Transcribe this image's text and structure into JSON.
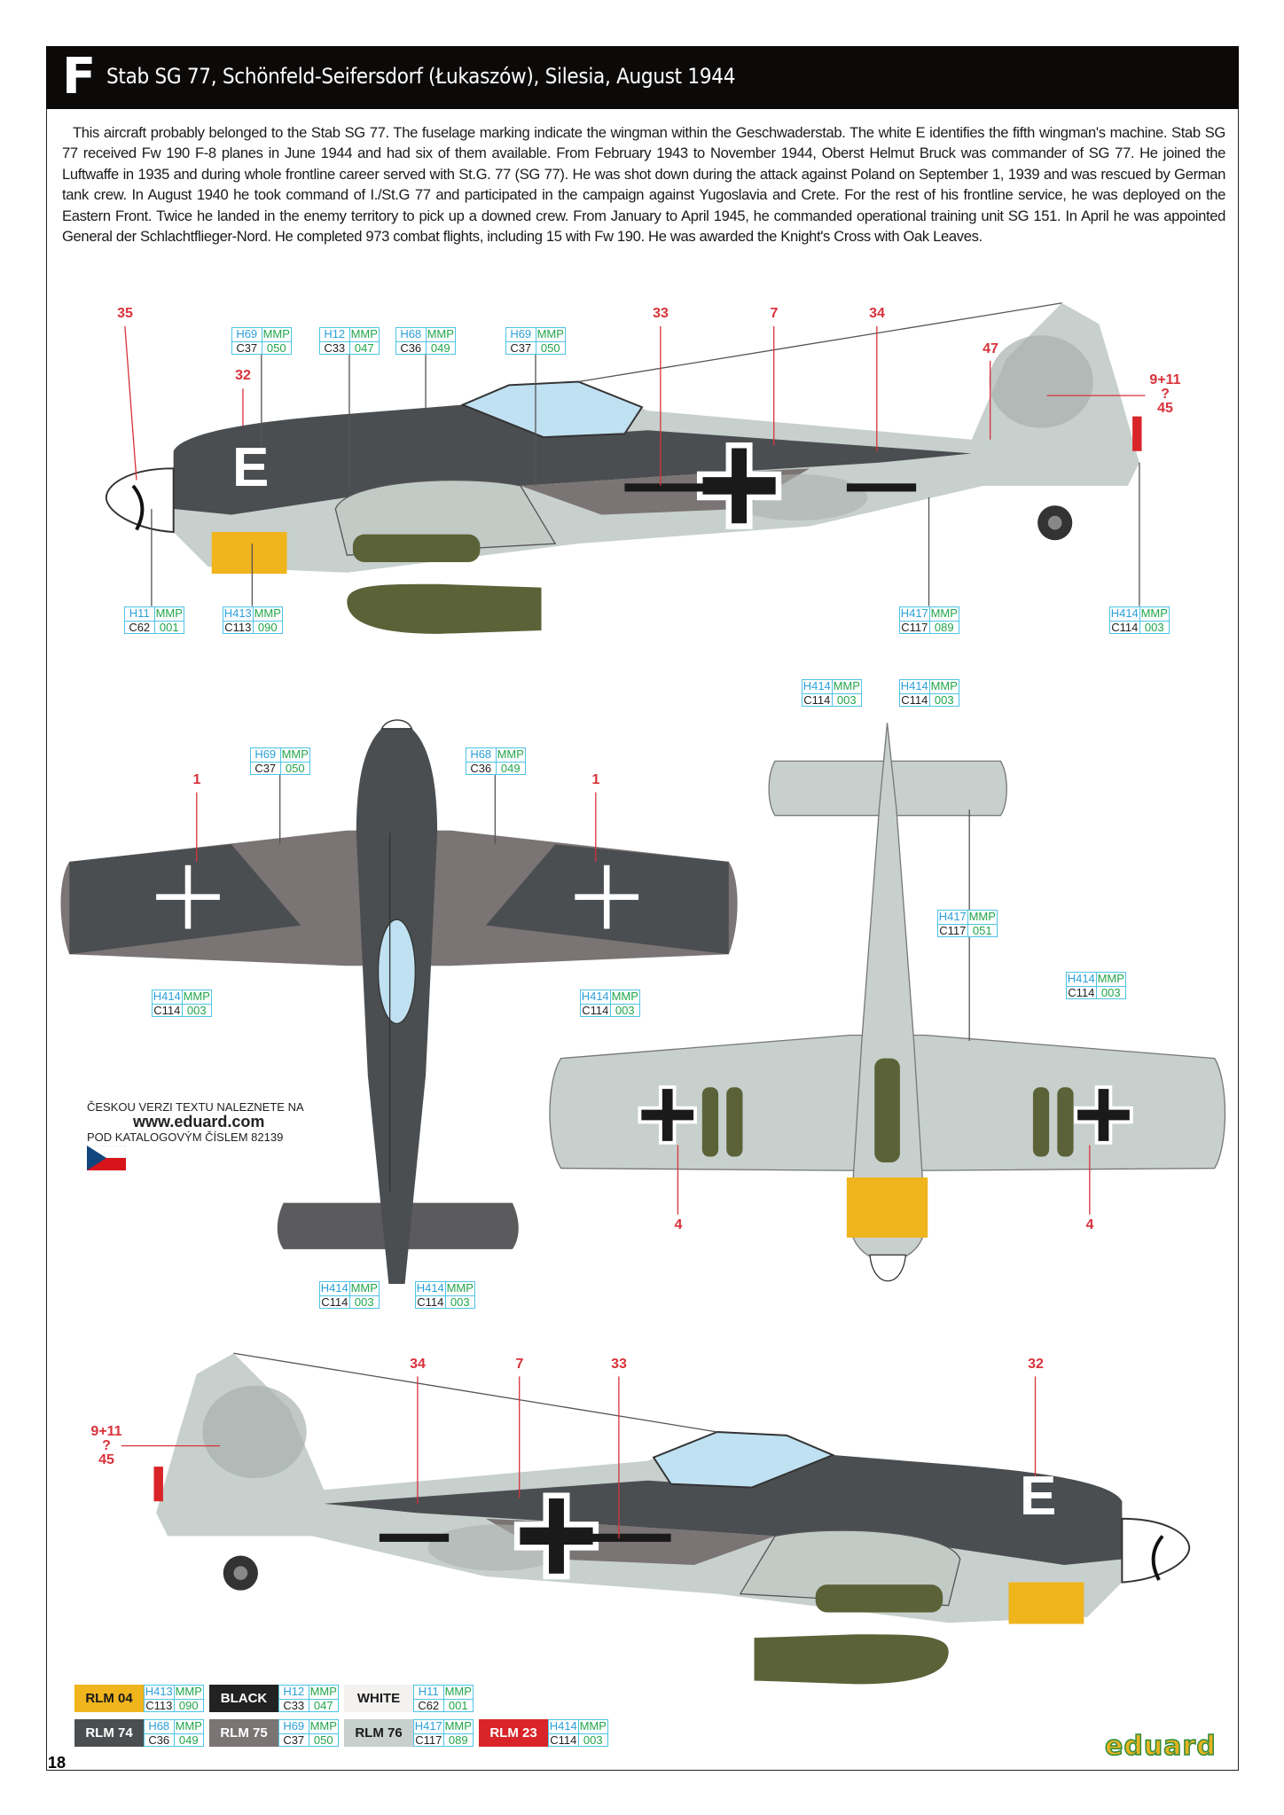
{
  "header": {
    "letter": "F",
    "title": "Stab SG 77, Schönfeld-Seifersdorf (Łukaszów), Silesia, August 1944"
  },
  "description": "This aircraft probably belonged to the Stab SG 77. The fuselage marking indicate the wingman within the Geschwaderstab. The white E identifies the fifth wingman's machine. Stab SG 77 received Fw 190 F-8 planes in June 1944 and had six of them available. From February 1943 to November 1944, Oberst Helmut Bruck was commander of SG 77. He joined the Luftwaffe in 1935 and during whole frontline career served with St.G. 77 (SG 77). He was shot down during the attack against Poland on September 1, 1939 and was rescued by German tank crew. In August 1940 he took command of I./St.G 77 and participated in the campaign against Yugoslavia and Crete. For the rest of his frontline service, he was deployed on the Eastern Front. Twice he landed in the enemy territory to pick up a downed crew. From January to April 1945, he commanded operational training unit SG 151. In April he was appointed General der Schlachtflieger-Nord. He completed 973 combat flights, including 15 with Fw 190. He was awarded the Knight's Cross with Oak Leaves.",
  "paints": {
    "H413": {
      "h": "H413",
      "mmp": "MMP",
      "c": "C113",
      "n": "090"
    },
    "H12": {
      "h": "H12",
      "mmp": "MMP",
      "c": "C33",
      "n": "047"
    },
    "H11": {
      "h": "H11",
      "mmp": "MMP",
      "c": "C62",
      "n": "001"
    },
    "H68": {
      "h": "H68",
      "mmp": "MMP",
      "c": "C36",
      "n": "049"
    },
    "H69": {
      "h": "H69",
      "mmp": "MMP",
      "c": "C37",
      "n": "050"
    },
    "H417": {
      "h": "H417",
      "mmp": "MMP",
      "c": "C117",
      "n": "089"
    },
    "H417b": {
      "h": "H417",
      "mmp": "MMP",
      "c": "C117",
      "n": "051"
    },
    "H414": {
      "h": "H414",
      "mmp": "MMP",
      "c": "C114",
      "n": "003"
    }
  },
  "stencils": {
    "side1": [
      "35",
      "32",
      "33",
      "7",
      "34",
      "47",
      "9+11",
      "?",
      "45"
    ],
    "top": [
      "1",
      "1"
    ],
    "bottom": [
      "4",
      "4"
    ],
    "side2": [
      "34",
      "7",
      "33",
      "32",
      "9+11",
      "?",
      "45"
    ]
  },
  "markings": {
    "code_letter": "E",
    "top_letter": "F"
  },
  "czech_note": {
    "line1": "ČESKOU VERZI TEXTU NALEZNETE NA",
    "url": "www.eduard.com",
    "line2": "POD KATALOGOVÝM ČÍSLEM 82139"
  },
  "legend": [
    {
      "name": "RLM 04",
      "paint": "H413",
      "color": "#f0b41c",
      "text": "#1a1a1a"
    },
    {
      "name": "BLACK",
      "paint": "H12",
      "color": "#222222",
      "text": "#ffffff"
    },
    {
      "name": "WHITE",
      "paint": "H11",
      "color": "#f3f2f0",
      "text": "#1a1a1a"
    },
    {
      "name": "RLM 74",
      "paint": "H68",
      "color": "#4b4e51",
      "text": "#ffffff"
    },
    {
      "name": "RLM 75",
      "paint": "H69",
      "color": "#7b7474",
      "text": "#ffffff"
    },
    {
      "name": "RLM 76",
      "paint": "H417",
      "color": "#c7d0cc",
      "text": "#1a1a1a"
    },
    {
      "name": "RLM 23",
      "paint": "H414",
      "color": "#d9252a",
      "text": "#ffffff"
    }
  ],
  "page_number": "18",
  "brand": "eduard"
}
